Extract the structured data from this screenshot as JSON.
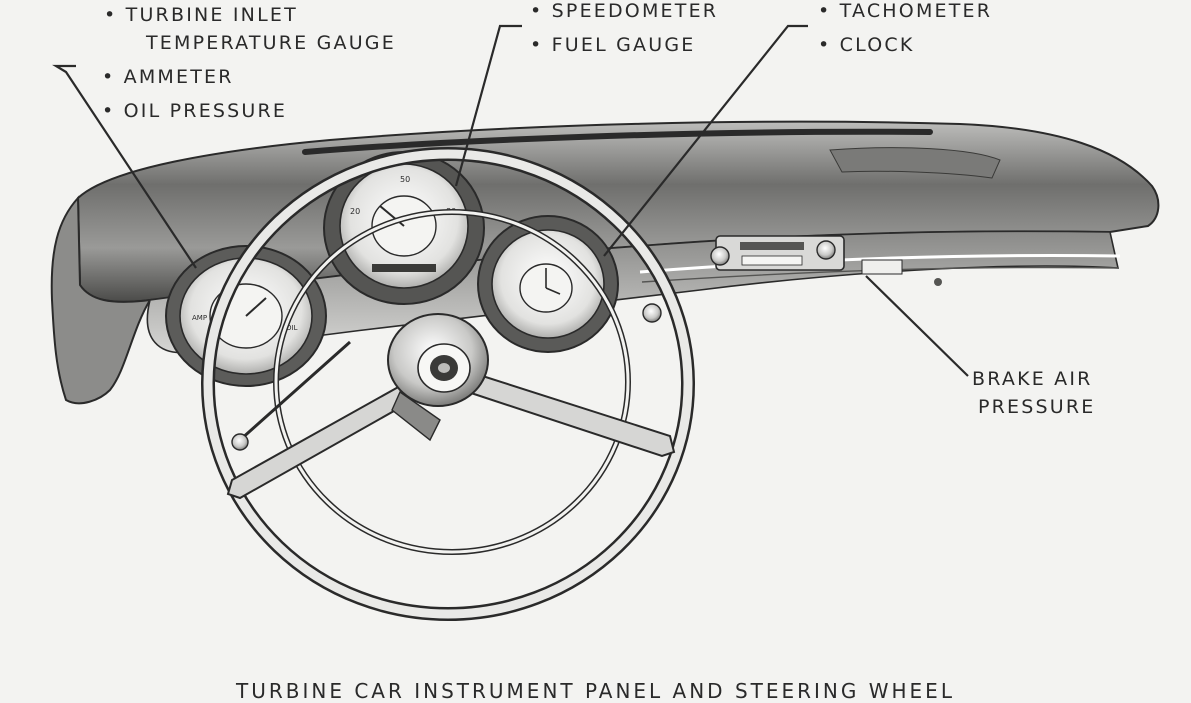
{
  "callouts": {
    "turbine_inlet_line1": "• TURBINE INLET",
    "turbine_inlet_line2": "TEMPERATURE GAUGE",
    "ammeter": "• AMMETER",
    "oil_pressure": "• OIL PRESSURE",
    "speedometer": "• SPEEDOMETER",
    "fuel_gauge": "• FUEL GAUGE",
    "tachometer": "• TACHOMETER",
    "clock": "• CLOCK",
    "brake_air_line1": "BRAKE AIR",
    "brake_air_line2": "PRESSURE"
  },
  "caption": "TURBINE CAR INSTRUMENT PANEL AND STEERING WHEEL",
  "colors": {
    "ink": "#2a2a2a",
    "paper": "#f3f3f1"
  }
}
